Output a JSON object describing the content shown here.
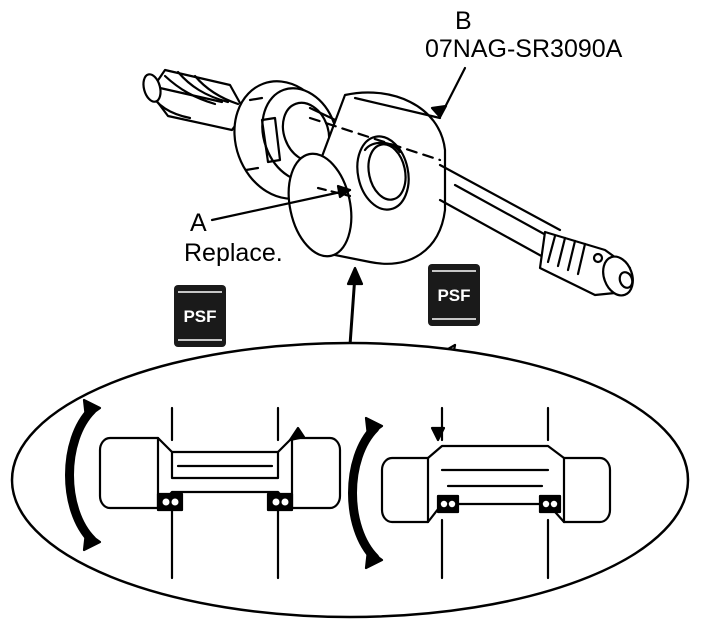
{
  "labels": {
    "b_letter": "B",
    "b_part": "07NAG-SR3090A",
    "a_letter": "A",
    "a_note": "Replace."
  },
  "badges": {
    "left": "PSF",
    "right": "PSF"
  },
  "colors": {
    "ink": "#000000",
    "paper": "#ffffff",
    "badge": "#1a1a1a"
  }
}
